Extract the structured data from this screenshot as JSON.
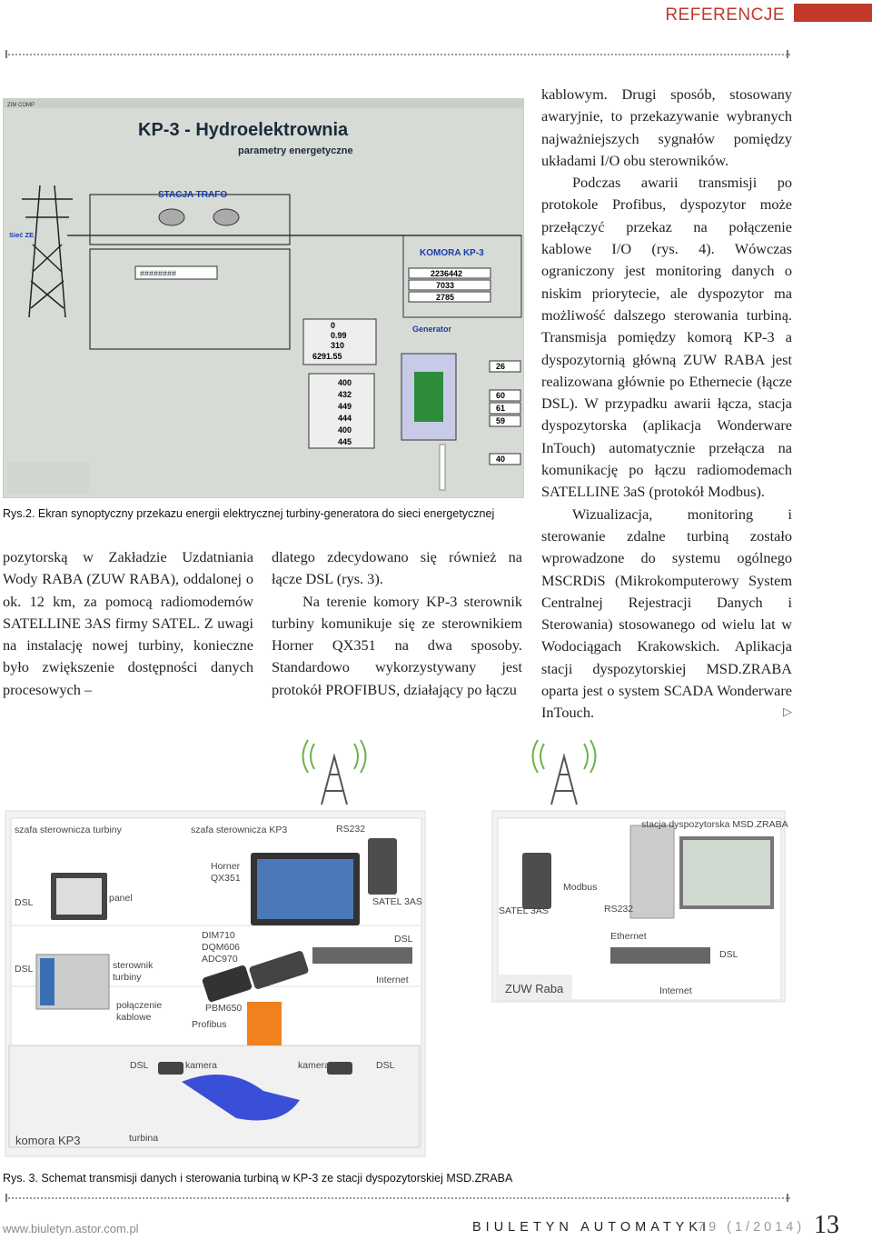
{
  "header": {
    "section": "REFERENCJE"
  },
  "figure2": {
    "title": "KP-3 - Hydroelektrownia",
    "subtitle": "parametry energetyczne",
    "station": "STACJA TRAFO",
    "chamber": "KOMORA KP-3",
    "grid": "Sieć ZE",
    "generator": "Generator",
    "energy_values": [
      "2236442",
      "7033",
      "2785"
    ],
    "params": [
      "0",
      "0.99",
      "310",
      "6291.55"
    ],
    "voltages": [
      "400",
      "432",
      "449",
      "444",
      "400",
      "445"
    ],
    "temps": [
      "26",
      "60",
      "61",
      "59",
      "40"
    ],
    "caption": "Rys.2. Ekran synoptyczny przekazu energii elektrycznej turbiny-generatora do sieci energetycznej"
  },
  "col1": {
    "p1": "pozytorską w Zakładzie Uzdatniania Wody RABA (ZUW RABA), oddalonej o ok. 12 km, za pomocą radiomodemów SATELLINE 3AS firmy SATEL. Z uwagi na instalację nowej turbiny, konieczne było zwiększenie dostępności danych procesowych –"
  },
  "col2": {
    "p1": "dlatego zdecydowano się również na łącze DSL (rys. 3).",
    "p2": "Na terenie komory KP-3 sterownik turbiny komunikuje się ze sterownikiem Horner QX351 na dwa sposoby. Standardowo wykorzystywany jest protokół PROFIBUS, działający po łączu"
  },
  "col3": {
    "p1": "kablowym. Drugi sposób, stosowany awaryjnie, to przekazywanie wybranych najważniejszych sygnałów pomiędzy układami I/O obu sterowników.",
    "p2": "Podczas awarii transmisji po protokole Profibus, dyspozytor może przełączyć przekaz na połączenie kablowe I/O (rys. 4). Wówczas ograniczony jest monitoring danych o niskim priorytecie, ale dyspozytor ma możliwość dalszego sterowania turbiną. Transmisja pomiędzy komorą KP-3 a dyspozytornią główną ZUW RABA jest realizowana głównie po Ethernecie (łącze DSL). W przypadku awarii łącza, stacja dyspozytorska (aplikacja Wonderware InTouch) automatycznie przełącza na komunikację po łączu radiomodemach SATELLINE 3aS (protokół Modbus).",
    "p3": "Wizualizacja, monitoring i sterowanie zdalne turbiną zostało wprowadzone do systemu ogólnego MSCRDiS (Mikrokomputerowy System Centralnej Rejestracji Danych i Sterowania) stosowanego od wielu lat w Wodociągach Krakowskich. Aplikacja stacji dyspozytorskiej MSD.ZRABA oparta jest o system SCADA Wonderware InTouch.",
    "end_mark": "▷"
  },
  "figure3": {
    "labels": {
      "cab_turbine": "szafa sterownicza turbiny",
      "cab_kp3": "szafa sterownicza KP3",
      "rs232a": "RS232",
      "station": "stacja dyspozytorska MSD.ZRABA",
      "horner": "Horner",
      "qx": "QX351",
      "dsl1": "DSL",
      "panel": "panel",
      "satel1": "SATEL 3AS",
      "modbus": "Modbus",
      "satel2": "SATEL 3AS",
      "rs232b": "RS232",
      "dsl2": "DSL",
      "plc": "sterownik",
      "plc2": "turbiny",
      "dim": "DIM710",
      "dqm": "DQM606",
      "adc": "ADC970",
      "dsl3": "DSL",
      "internet1": "Internet",
      "ethernet": "Ethernet",
      "dsl4": "DSL",
      "zuw": "ZUW Raba",
      "internet2": "Internet",
      "cable": "połączenie",
      "cable2": "kablowe",
      "pbm": "PBM650",
      "profibus": "Profibus",
      "dsl5": "DSL",
      "cam1": "kamera",
      "cam2": "kamera",
      "dsl6": "DSL",
      "chamber": "komora KP3",
      "turbine": "turbina"
    },
    "caption": "Rys. 3. Schemat transmisji danych i sterowania turbiną w KP-3 ze stacji dyspozytorskiej MSD.ZRABA"
  },
  "footer": {
    "url": "www.biuletyn.astor.com.pl",
    "magazine": "BIULETYN AUTOMATYKI",
    "issue": "79 (1/2014)",
    "page": "13"
  }
}
